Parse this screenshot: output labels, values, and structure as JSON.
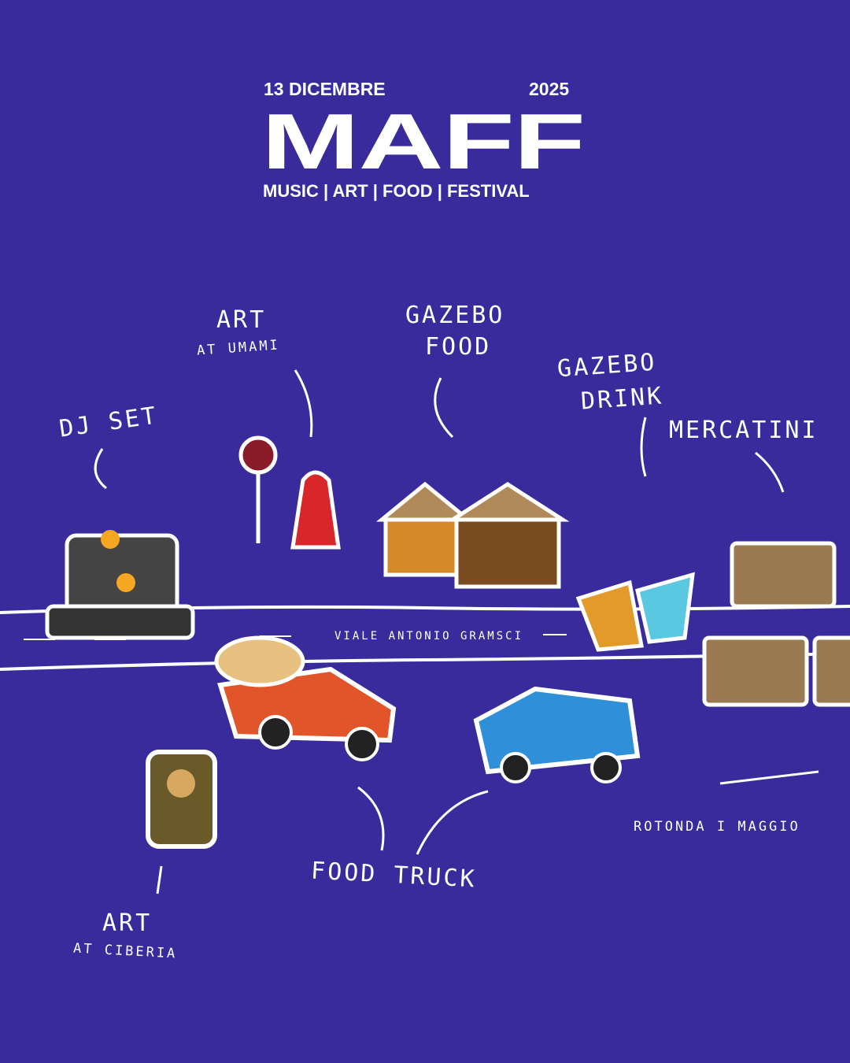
{
  "header": {
    "date": "13 DICEMBRE",
    "year": "2025",
    "logo": "MAFF",
    "tagline": "MUSIC | ART | FOOD | FESTIVAL"
  },
  "labels": {
    "dj_set": "DJ SET",
    "art_umami_title": "ART",
    "art_umami_sub": "AT UMAMI",
    "gazebo_food_1": "GAZEBO",
    "gazebo_food_2": "FOOD",
    "gazebo_drink_1": "GAZEBO",
    "gazebo_drink_2": "DRINK",
    "mercatini": "MERCATINI",
    "street": "VIALE ANTONIO GRAMSCI",
    "rotonda": "ROTONDA I MAGGIO",
    "food_truck": "FOOD TRUCK",
    "art_ciberia_title": "ART",
    "art_ciberia_sub": "AT CIBERIA"
  },
  "colors": {
    "background": "#3a2b9c",
    "truck_red": "#e2542a",
    "truck_blue": "#2f8fd8",
    "dante_red": "#d8262a"
  }
}
